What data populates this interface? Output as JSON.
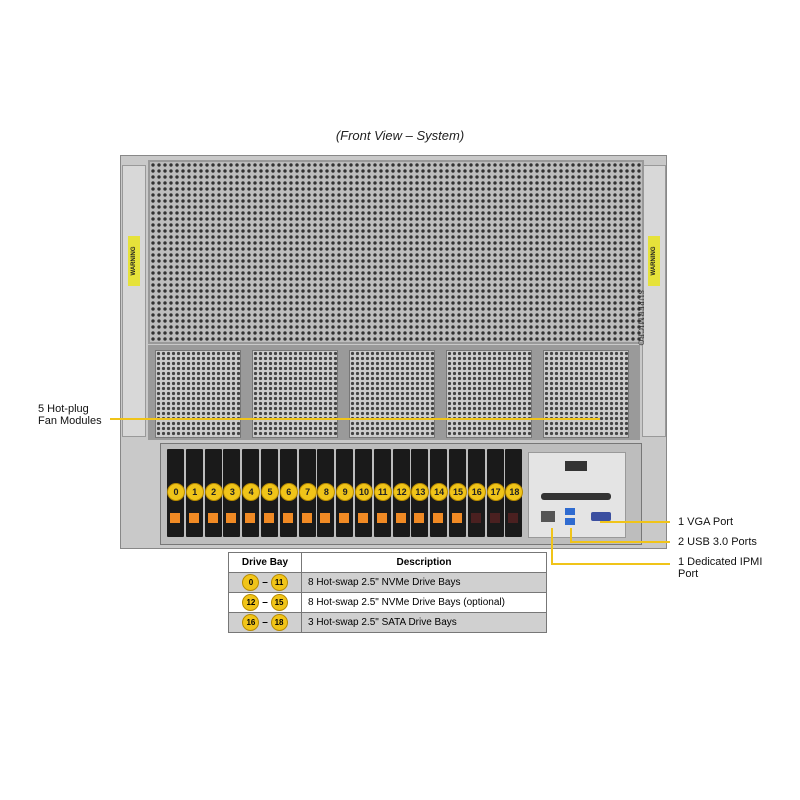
{
  "title": "(Front View – System)",
  "callouts": {
    "fans": [
      "5 Hot-plug",
      "Fan Modules"
    ],
    "vga": "1 VGA Port",
    "usb": "2 USB 3.0 Ports",
    "ipmi": [
      "1 Dedicated IPMI",
      "Port"
    ]
  },
  "chassis": {
    "brand_vertical": "SUPERMICRO",
    "warning_label": "WARNING"
  },
  "bays": [
    "0",
    "1",
    "2",
    "3",
    "4",
    "5",
    "6",
    "7",
    "8",
    "9",
    "10",
    "11",
    "12",
    "13",
    "14",
    "15",
    "16",
    "17",
    "18"
  ],
  "sata_from": 16,
  "table": {
    "headers": [
      "Drive Bay",
      "Description"
    ],
    "rows": [
      {
        "from": "0",
        "to": "11",
        "desc": "8 Hot-swap 2.5\" NVMe Drive Bays"
      },
      {
        "from": "12",
        "to": "15",
        "desc": "8 Hot-swap 2.5\" NVMe Drive Bays (optional)"
      },
      {
        "from": "16",
        "to": "18",
        "desc": "3 Hot-swap 2.5\" SATA Drive Bays"
      }
    ],
    "dash": "–"
  },
  "colors": {
    "accent": "#f0c419",
    "latch": "#f08a24"
  }
}
